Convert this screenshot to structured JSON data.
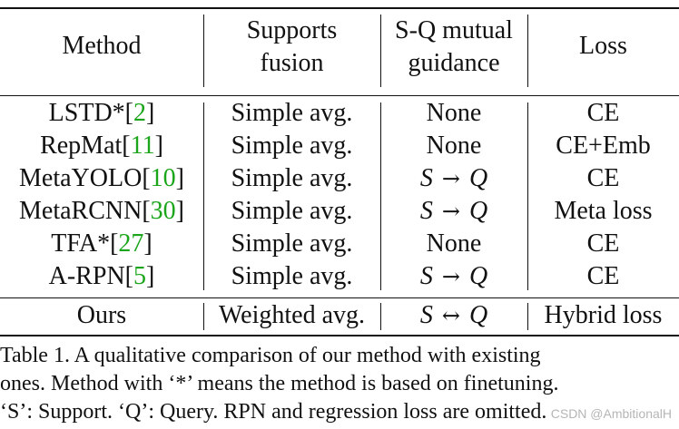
{
  "table": {
    "headers": {
      "method": "Method",
      "fusion_line1": "Supports",
      "fusion_line2": "fusion",
      "guidance_line1": "S-Q mutual",
      "guidance_line2": "guidance",
      "loss": "Loss"
    },
    "rows": [
      {
        "method": "LSTD*",
        "cite": "2",
        "fusion": "Simple avg.",
        "guidance": "None",
        "guidance_math": false,
        "loss": "CE"
      },
      {
        "method": "RepMat",
        "cite": "11",
        "fusion": "Simple avg.",
        "guidance": "None",
        "guidance_math": false,
        "loss": "CE+Emb"
      },
      {
        "method": "MetaYOLO",
        "cite": "10",
        "fusion": "Simple avg.",
        "guidance_left": "S",
        "guidance_arrow": "→",
        "guidance_right": "Q",
        "guidance_math": true,
        "loss": "CE"
      },
      {
        "method": "MetaRCNN",
        "cite": "30",
        "fusion": "Simple avg.",
        "guidance_left": "S",
        "guidance_arrow": "→",
        "guidance_right": "Q",
        "guidance_math": true,
        "loss": "Meta loss"
      },
      {
        "method": "TFA*",
        "cite": "27",
        "fusion": "Simple avg.",
        "guidance": "None",
        "guidance_math": false,
        "loss": "CE"
      },
      {
        "method": "A-RPN",
        "cite": "5",
        "fusion": "Simple avg.",
        "guidance_left": "S",
        "guidance_arrow": "→",
        "guidance_right": "Q",
        "guidance_math": true,
        "loss": "CE"
      }
    ],
    "ours": {
      "method": "Ours",
      "fusion": "Weighted avg.",
      "guidance_left": "S",
      "guidance_arrow": "↔",
      "guidance_right": "Q",
      "loss": "Hybrid loss"
    }
  },
  "caption": {
    "line1": "Table 1. A qualitative comparison of our method with existing",
    "line2": "ones. Method with ‘*’ means the method is based on finetuning.",
    "line3": "‘S’: Support. ‘Q’: Query. RPN and regression loss are omitted."
  },
  "watermark": "CSDN @AmbitionalH",
  "colors": {
    "citation": "#1aa51a",
    "text": "#111111"
  }
}
